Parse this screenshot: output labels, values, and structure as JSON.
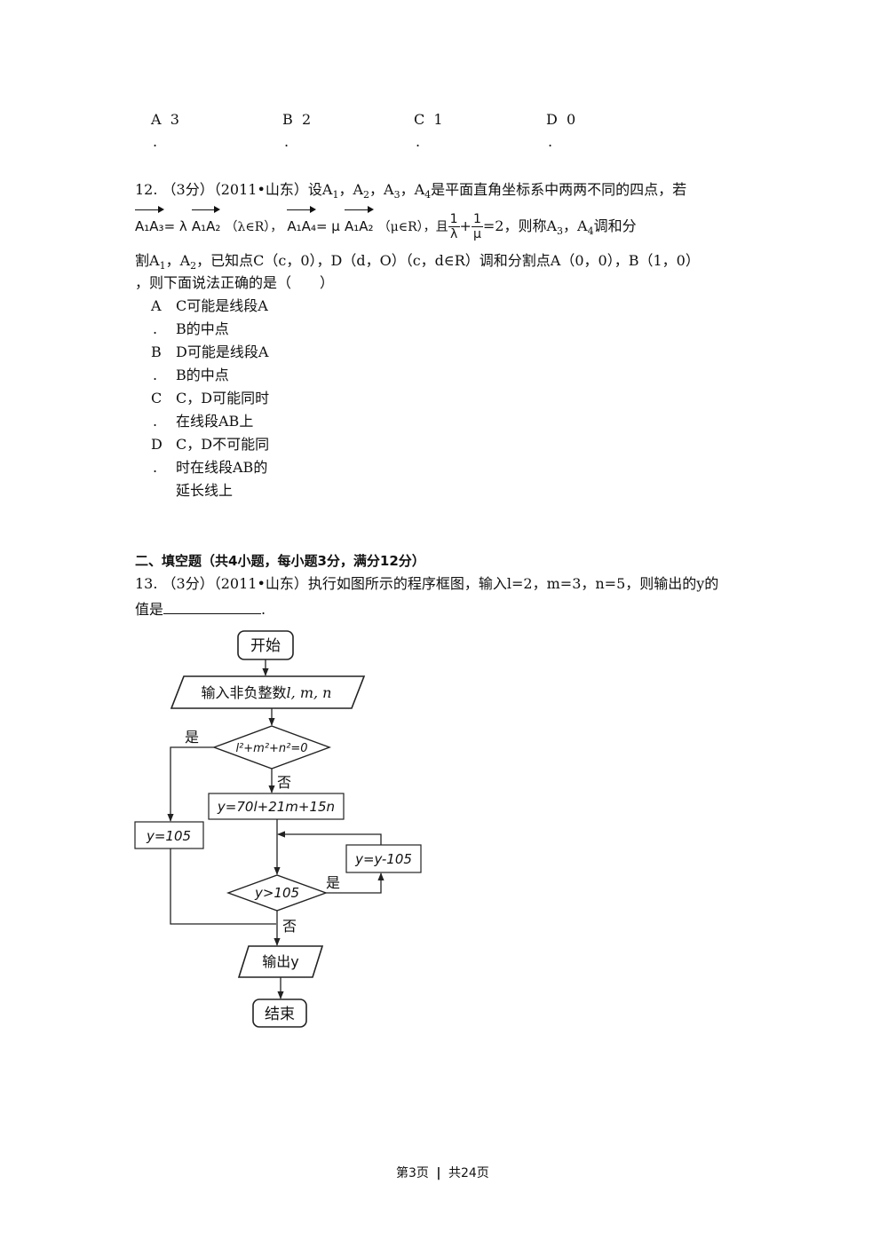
{
  "q11_options": [
    {
      "letter": "A",
      "value": "3"
    },
    {
      "letter": "B",
      "value": "2"
    },
    {
      "letter": "C",
      "value": "1"
    },
    {
      "letter": "D",
      "value": "0"
    }
  ],
  "option_dot": ".",
  "q12": {
    "number": "12.",
    "score": "（3分）",
    "source": "（2011•山东）",
    "line1_text": "设A",
    "line1_parts": [
      "，A",
      "，A",
      "，A",
      "是平面直角坐标系中两两不同的四点，若"
    ],
    "vec_a1a3": "A₁A₃",
    "vec_a1a2": "A₁A₂",
    "vec_a1a4": "A₁A₄",
    "eq_lambda": "= λ",
    "cond_lambda": "（λ∈R），",
    "eq_mu": "= μ",
    "cond_mu": "（μ∈R），且",
    "frac_num": "1",
    "frac_den_lambda": "λ",
    "frac_den_mu": "μ",
    "plus": "+",
    "eq_two": "=2，则称A",
    "tail_line2": "，A",
    "tail_line2b": "调和分",
    "line3": "割A",
    "line3b": "，A",
    "line3c": "，已知点C（c，0），D（d，O）（c，d∈R）调和分割点A（0，0），B（1，0）",
    "line4": "，则下面说法正确的是（　　）",
    "options": [
      {
        "letter": "A",
        "lines": [
          "C可能是线段A",
          "B的中点"
        ]
      },
      {
        "letter": "B",
        "lines": [
          "D可能是线段A",
          "B的中点"
        ]
      },
      {
        "letter": "C",
        "lines": [
          "C，D可能同时",
          "在线段AB上"
        ]
      },
      {
        "letter": "D",
        "lines": [
          "C，D不可能同",
          "时在线段AB的",
          "延长线上"
        ]
      }
    ]
  },
  "section2": "二、填空题（共4小题，每小题3分，满分12分）",
  "q13": {
    "number": "13.",
    "score": "（3分）",
    "source": "（2011•山东）",
    "text": "执行如图所示的程序框图，输入l=2，m=3，n=5，则输出的y的",
    "line2": "值是",
    "period": "."
  },
  "flowchart": {
    "start": "开始",
    "input": "输入非负整数",
    "input_vars": "l, m, n",
    "cond1": "l²+m²+n²=0",
    "yes": "是",
    "no": "否",
    "assign1": "y=70l+21m+15n",
    "assign_105": "y=105",
    "assign_sub": "y=y-105",
    "cond2": "y>105",
    "output": "输出y",
    "end": "结束"
  },
  "footer": {
    "page": "第3页",
    "sep": "|",
    "total": "共24页"
  }
}
